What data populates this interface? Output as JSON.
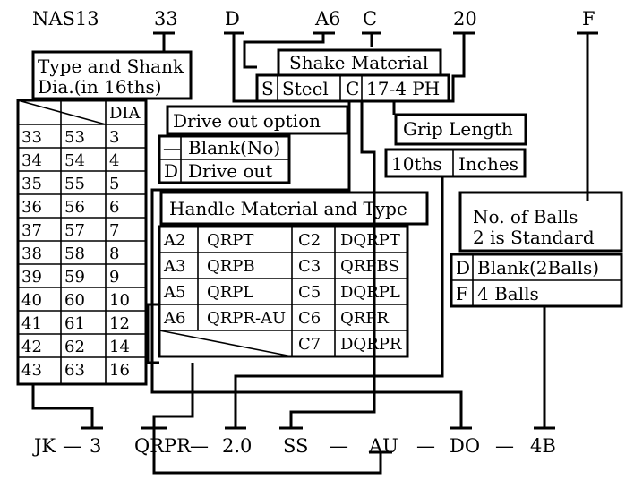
{
  "code": {
    "top": [
      "NAS13",
      "33",
      "D",
      "A6",
      "C",
      "20",
      "F"
    ],
    "bottom": [
      "JK",
      "—",
      "3",
      "QRPR",
      "—",
      "2.0",
      "SS",
      "—",
      "AU",
      "—",
      "DO",
      "—",
      "4B"
    ]
  },
  "shank": {
    "title_line1": "Type and Shank",
    "title_line2": "Dia.(in 16ths)",
    "dia_header": "DIA",
    "rows": [
      [
        "33",
        "53",
        "3"
      ],
      [
        "34",
        "54",
        "4"
      ],
      [
        "35",
        "55",
        "5"
      ],
      [
        "36",
        "56",
        "6"
      ],
      [
        "37",
        "57",
        "7"
      ],
      [
        "38",
        "58",
        "8"
      ],
      [
        "39",
        "59",
        "9"
      ],
      [
        "40",
        "60",
        "10"
      ],
      [
        "41",
        "61",
        "12"
      ],
      [
        "42",
        "62",
        "14"
      ],
      [
        "43",
        "63",
        "16"
      ]
    ]
  },
  "drive": {
    "title": "Drive out option",
    "rows": [
      [
        "—",
        "Blank(No)"
      ],
      [
        "D",
        "Drive out"
      ]
    ]
  },
  "shake": {
    "title": "Shake Material",
    "cells": [
      "S",
      "Steel",
      "C",
      "17-4 PH"
    ]
  },
  "grip": {
    "title": "Grip Length",
    "cells": [
      "10ths",
      "Inches"
    ]
  },
  "handle": {
    "title": "Handle Material and Type",
    "rows": [
      [
        "A2",
        "QRPT",
        "C2",
        "DQRPT"
      ],
      [
        "A3",
        "QRPB",
        "C3",
        "QRPBS"
      ],
      [
        "A5",
        "QRPL",
        "C5",
        "DQRPL"
      ],
      [
        "A6",
        "QRPR-AU",
        "C6",
        "QRPR"
      ],
      [
        "",
        "",
        "C7",
        "DQRPR"
      ]
    ]
  },
  "balls": {
    "title_line1": "No. of Balls",
    "title_line2": "2 is Standard",
    "rows": [
      [
        "D",
        "Blank(2Balls)"
      ],
      [
        "F",
        "4 Balls"
      ]
    ]
  }
}
